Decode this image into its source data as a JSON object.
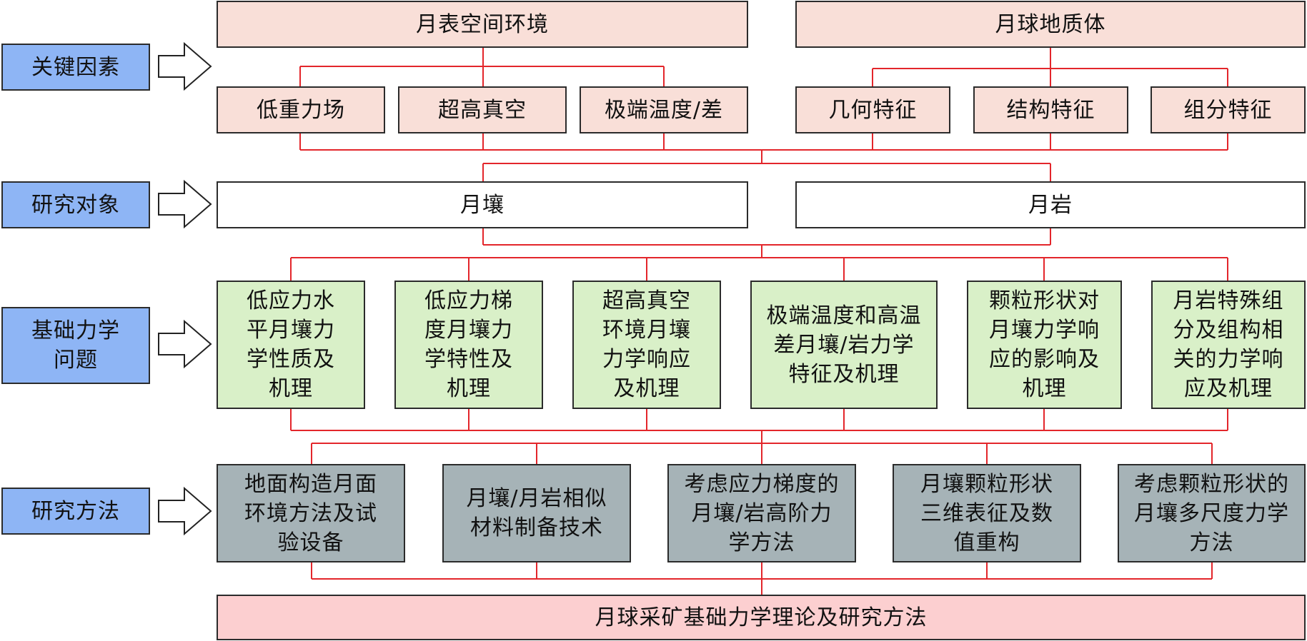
{
  "diagram": {
    "rows": {
      "key_factors": {
        "label": "关键因素",
        "groups": [
          {
            "title": "月表空间环境",
            "items": [
              "低重力场",
              "超高真空",
              "极端温度/差"
            ]
          },
          {
            "title": "月球地质体",
            "items": [
              "几何特征",
              "结构特征",
              "组分特征"
            ]
          }
        ]
      },
      "research_objects": {
        "label": "研究对象",
        "items": [
          "月壤",
          "月岩"
        ]
      },
      "mechanics_problems": {
        "label": "基础力学问题",
        "items": [
          "低应力水平月壤力学性质及机理",
          "低应力梯度月壤力学特性及机理",
          "超高真空环境月壤力学响应及机理",
          "极端温度和高温差月壤/岩力学特征及机理",
          "颗粒形状对月壤力学响应的影响及机理",
          "月岩特殊组分及组构相关的力学响应及机理"
        ]
      },
      "methods": {
        "label": "研究方法",
        "items": [
          "地面构造月面环境方法及试验设备",
          "月壤/月岩相似材料制备技术",
          "考虑应力梯度的月壤/岩高阶力学方法",
          "月壤颗粒形状三维表征及数值重构",
          "考虑颗粒形状的月壤多尺度力学方法"
        ]
      }
    },
    "conclusion": "月球采矿基础力学理论及研究方法",
    "colors": {
      "connector": "#e3262b",
      "environment_boxes": "#f9dfd8",
      "label_boxes": "#8eb5f5",
      "problem_boxes": "#d9f0c8",
      "method_boxes": "#a6b3b7",
      "conclusion_box": "#fccfd0"
    }
  }
}
